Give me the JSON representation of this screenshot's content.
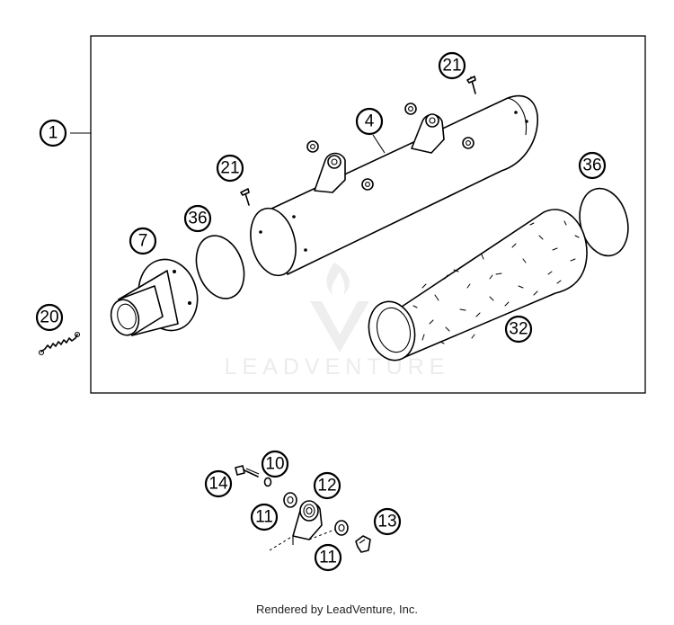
{
  "callouts": {
    "c1": "1",
    "c4": "4",
    "c7": "7",
    "c10": "10",
    "c11a": "11",
    "c11b": "11",
    "c12": "12",
    "c13": "13",
    "c14": "14",
    "c20": "20",
    "c21a": "21",
    "c21b": "21",
    "c32": "32",
    "c36a": "36",
    "c36b": "36"
  },
  "watermark": "LEADVENTURE",
  "footer": "Rendered by LeadVenture, Inc."
}
